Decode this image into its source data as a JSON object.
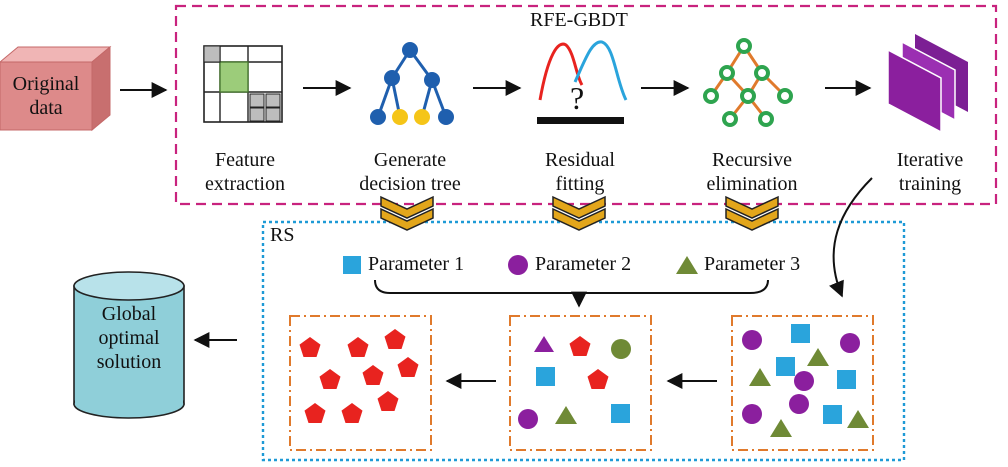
{
  "colors": {
    "rfe_border": "#c8237e",
    "rs_border": "#1e9ad6",
    "original_box": "#dd8a8a",
    "database": "#8fcfd9",
    "tree_blue": "#1f5fae",
    "tree_yellow": "#f5c518",
    "green": "#2ea44f",
    "purple": "#8b1f9e",
    "red": "#e8231f",
    "square_blue": "#2aa4dc",
    "triangle_olive": "#6f8a36",
    "chevron": "#e3a61b",
    "orange_dash": "#e07a2c"
  },
  "original_data": {
    "line1": "Original",
    "line2": "data"
  },
  "rfe": {
    "title": "RFE-GBDT",
    "steps": [
      {
        "icon": "feature-grid-icon",
        "line1": "Feature",
        "line2": "extraction"
      },
      {
        "icon": "decision-tree-icon",
        "line1": "Generate",
        "line2": "decision tree"
      },
      {
        "icon": "residual-curve-icon",
        "line1": "Residual",
        "line2": "fitting"
      },
      {
        "icon": "network-tree-icon",
        "line1": "Recursive",
        "line2": "elimination"
      },
      {
        "icon": "stacked-layers-icon",
        "line1": "Iterative",
        "line2": "training"
      }
    ]
  },
  "rs": {
    "title": "RS",
    "parameters": [
      {
        "shape": "square",
        "label": "Parameter 1"
      },
      {
        "shape": "circle",
        "label": "Parameter 2"
      },
      {
        "shape": "triangle",
        "label": "Parameter 3"
      }
    ]
  },
  "global": {
    "line1": "Global",
    "line2": "optimal",
    "line3": "solution"
  }
}
